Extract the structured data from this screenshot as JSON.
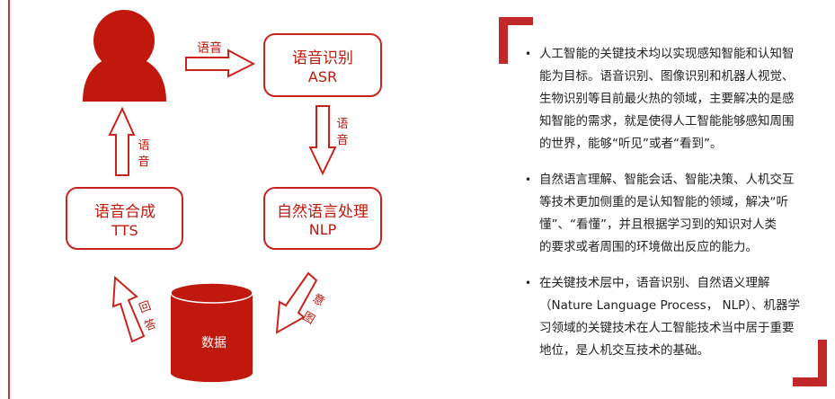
{
  "colors": {
    "accent": "#c0180c",
    "bracket": "#c0282a",
    "text": "#222222"
  },
  "diagram": {
    "user_icon": "person-icon",
    "arrow_user_to_asr_label": "语音",
    "asr": {
      "title": "语音识别",
      "abbr": "ASR"
    },
    "arrow_asr_to_nlp_label": [
      "语",
      "音"
    ],
    "nlp": {
      "title": "自然语言处理",
      "abbr": "NLP"
    },
    "arrow_nlp_to_data_label": [
      "意",
      "图"
    ],
    "database": {
      "label": "数据",
      "icon": "database-icon"
    },
    "arrow_data_to_tts_label": [
      "回",
      "答"
    ],
    "tts": {
      "title": "语音合成",
      "abbr": "TTS"
    },
    "arrow_tts_to_user_label": [
      "语",
      "音"
    ]
  },
  "bullets": [
    {
      "lines": [
        "人工智能的关键技术均以实现感知智能和认知智",
        "能为目标。语音识别、图像识别和机器人视觉、",
        "生物识别等目前最火热的领域，主要解决的是感",
        "知智能的需求，就是使得人工智能能够感知周围",
        "的世界，能够“听见”或者“看到”。"
      ]
    },
    {
      "lines": [
        "自然语言理解、智能会话、智能决策、人机交互",
        "等技术更加侧重的是认知智能的领域，解决“听",
        "懂”、“看懂”，并且根据学习到的知识对人类",
        "的要求或者周围的环境做出反应的能力。"
      ]
    },
    {
      "lines": [
        "在关键技术层中，语音识别、自然语义理解",
        "（Nature Language Process， NLP）、机器学",
        "习领域的关键技术在人工智能技术当中居于重要",
        "地位，是人机交互技术的基础。"
      ]
    }
  ],
  "bullet_symbol": "•"
}
